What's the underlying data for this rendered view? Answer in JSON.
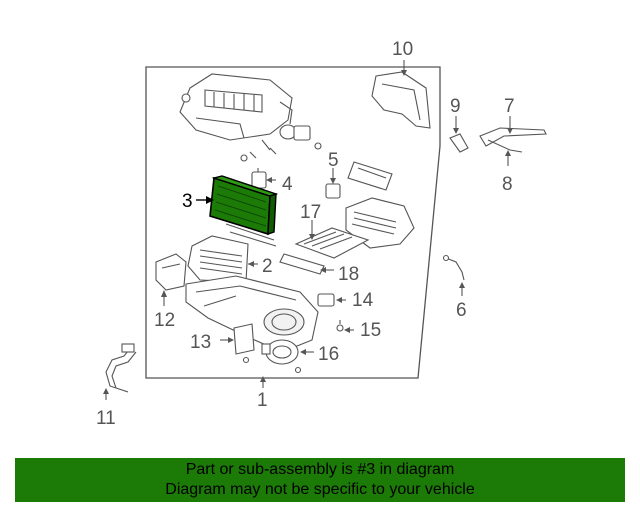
{
  "diagram": {
    "callouts": [
      "1",
      "2",
      "3",
      "4",
      "5",
      "6",
      "7",
      "8",
      "9",
      "10",
      "11",
      "12",
      "13",
      "14",
      "15",
      "16",
      "17",
      "18"
    ],
    "highlighted_part": "3",
    "highlight_color": "#1c7a07"
  },
  "banner": {
    "line1": "Part or sub-assembly is #3 in diagram",
    "line2": "Diagram may not be specific to your vehicle",
    "background": "#1c7a07"
  }
}
